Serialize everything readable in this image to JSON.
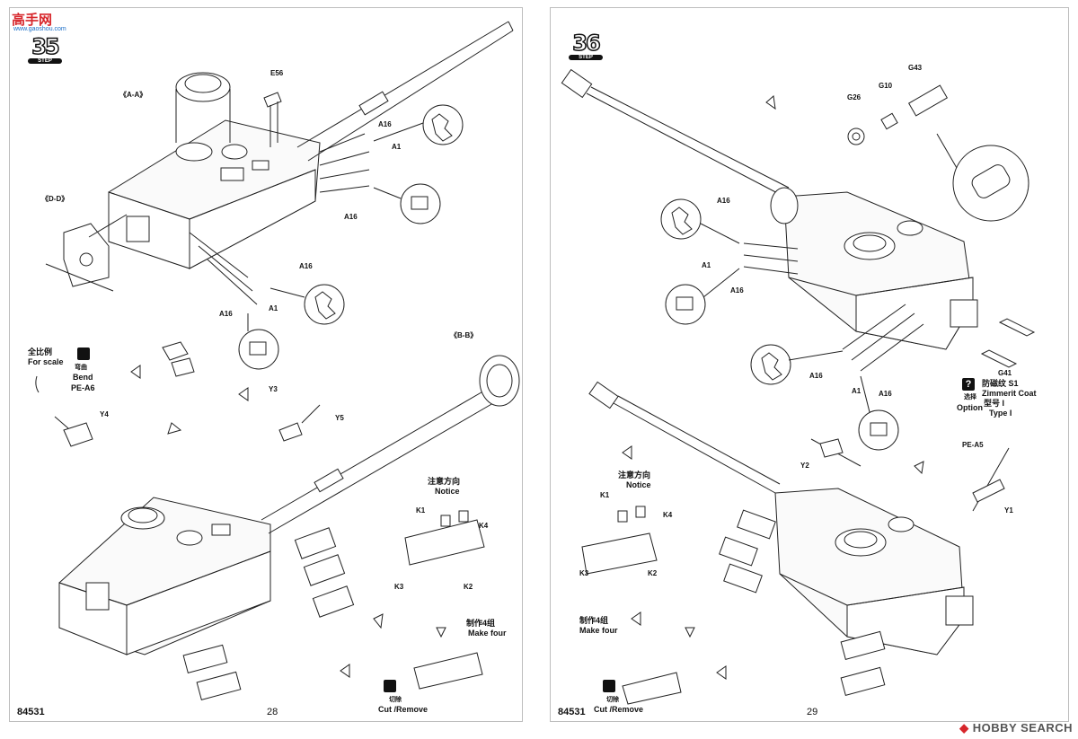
{
  "watermark_top": {
    "cn": "高手网",
    "url": "www.gaoshou.com"
  },
  "watermark_bottom": {
    "brand": "HOBBY SEARCH"
  },
  "left_page": {
    "step": "35",
    "step_word": "STEP",
    "product_code": "84531",
    "page_number": "28",
    "section_labels": {
      "aa": "《A-A》",
      "dd": "《D-D》",
      "bb": "《B-B》"
    },
    "parts": {
      "e56": "E56",
      "a16_1": "A16",
      "a1_1": "A1",
      "a16_2": "A16",
      "a16_3": "A16",
      "a16_4": "A16",
      "a1_2": "A1",
      "y3": "Y3",
      "y5": "Y5",
      "y4": "Y4",
      "k1": "K1",
      "k4": "K4",
      "k3": "K3",
      "k2": "K2"
    },
    "scale_cn": "全比例",
    "scale_en": "For scale",
    "bend_cn": "弯曲",
    "bend_en": "Bend",
    "bend_part": "PE-A6",
    "notice_cn": "注意方向",
    "notice_en": "Notice",
    "make_cn": "制作4组",
    "make_en": "Make four",
    "cut_cn": "切除",
    "cut_en": "Cut /Remove"
  },
  "right_page": {
    "step": "36",
    "step_word": "STEP",
    "product_code": "84531",
    "page_number": "29",
    "parts": {
      "g43": "G43",
      "g10": "G10",
      "g26": "G26",
      "a16_1": "A16",
      "a1_1": "A1",
      "a16_2": "A16",
      "a16_3": "A16",
      "a1_2": "A1",
      "a16_4": "A16",
      "g41": "G41",
      "y2": "Y2",
      "pe_a5": "PE-A5",
      "y1": "Y1",
      "k1": "K1",
      "k4": "K4",
      "k3": "K3",
      "k2": "K2"
    },
    "zimmerit_cn": "防磁纹 S1",
    "zimmerit_en": "Zimmerit Coat",
    "type_cn": "型号 I",
    "type_en": "Type I",
    "option_cn": "选择",
    "option_en": "Option",
    "notice_cn": "注意方向",
    "notice_en": "Notice",
    "make_cn": "制作4组",
    "make_en": "Make four",
    "cut_cn": "切除",
    "cut_en": "Cut /Remove"
  }
}
